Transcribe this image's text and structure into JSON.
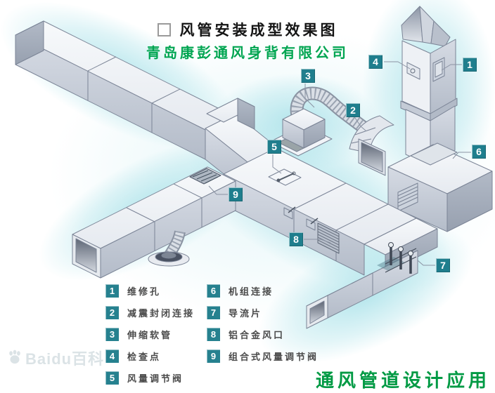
{
  "title": {
    "text": "风管安装成型效果图"
  },
  "company": "青岛康彭通风身背有限公司",
  "footer": "通风管道设计应用",
  "watermark": "Baidu百科",
  "colors": {
    "callout_badge_teal": "#1f7e8d",
    "legend_badge_teal": "#26818f",
    "company_green": "#00a551",
    "footer_green": "#009a44",
    "title_black": "#141414",
    "glow_cyan": "#ade3ea"
  },
  "diagram": {
    "callouts": [
      "1",
      "2",
      "3",
      "4",
      "5",
      "6",
      "7",
      "8",
      "9"
    ]
  },
  "legend": {
    "items": [
      {
        "number": "1",
        "label": "维修孔"
      },
      {
        "number": "2",
        "label": "减震封闭连接"
      },
      {
        "number": "3",
        "label": "伸缩软管"
      },
      {
        "number": "4",
        "label": "检查点"
      },
      {
        "number": "5",
        "label": "风量调节阀"
      },
      {
        "number": "6",
        "label": "机组连接"
      },
      {
        "number": "7",
        "label": "导流片"
      },
      {
        "number": "8",
        "label": "铝合金风口"
      },
      {
        "number": "9",
        "label": "组合式风量调节阀"
      }
    ]
  }
}
